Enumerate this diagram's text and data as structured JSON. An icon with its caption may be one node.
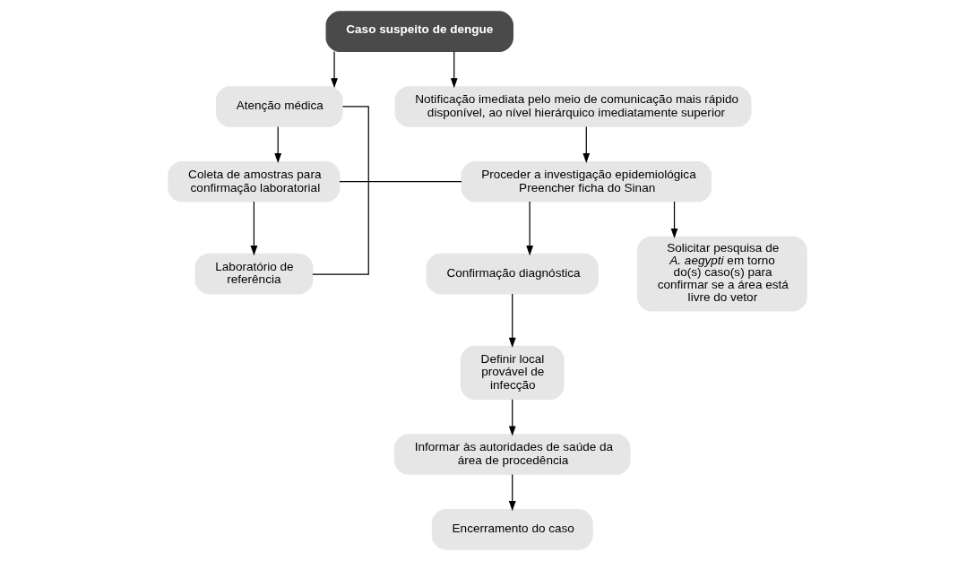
{
  "diagram": {
    "nodes": [
      {
        "text": [
          "Caso suspeito de dengue"
        ]
      },
      {
        "text": [
          "Atenção médica"
        ]
      },
      {
        "text": [
          "Notificação imediata pelo meio de comunicação mais rápido disponível, ao nível hierárquico imediatamente superior"
        ]
      },
      {
        "text": [
          "Coleta de amostras para confirmação laboratorial"
        ]
      },
      {
        "text": [
          "Proceder a investigação epidemiológica",
          "Preencher ficha do Sinan"
        ]
      },
      {
        "text": [
          "Laboratório de referência"
        ]
      },
      {
        "text": [
          "Confirmação diagnóstica"
        ]
      },
      {
        "text": [
          "Definir local provável de infecção"
        ]
      },
      {
        "text": [
          "Informar às autoridades de saúde da área de procedência"
        ]
      },
      {
        "text": [
          "Solicitar pesquisa de *A. aegypti* em torno do(s) caso(s) para confirmar se a área está livre do vetor"
        ]
      },
      {
        "text": [
          "Encerramento do caso"
        ]
      }
    ],
    "edges": [
      {
        "from": 0,
        "to": 1,
        "arrow": "to"
      },
      {
        "from": 0,
        "to": 2,
        "arrow": "to"
      },
      {
        "from": 1,
        "to": 3,
        "arrow": "to"
      },
      {
        "from": 2,
        "to": 4,
        "arrow": "to"
      },
      {
        "from": 3,
        "to": 4,
        "arrow": "none"
      },
      {
        "from": 3,
        "to": 5,
        "arrow": "to"
      },
      {
        "from": 1,
        "to": 5,
        "arrow": "none"
      },
      {
        "from": 4,
        "to": 6,
        "arrow": "to"
      },
      {
        "from": 4,
        "to": 9,
        "arrow": "to"
      },
      {
        "from": 6,
        "to": 7,
        "arrow": "to"
      },
      {
        "from": 7,
        "to": 8,
        "arrow": "to"
      },
      {
        "from": 8,
        "to": 10,
        "arrow": "to"
      }
    ]
  }
}
